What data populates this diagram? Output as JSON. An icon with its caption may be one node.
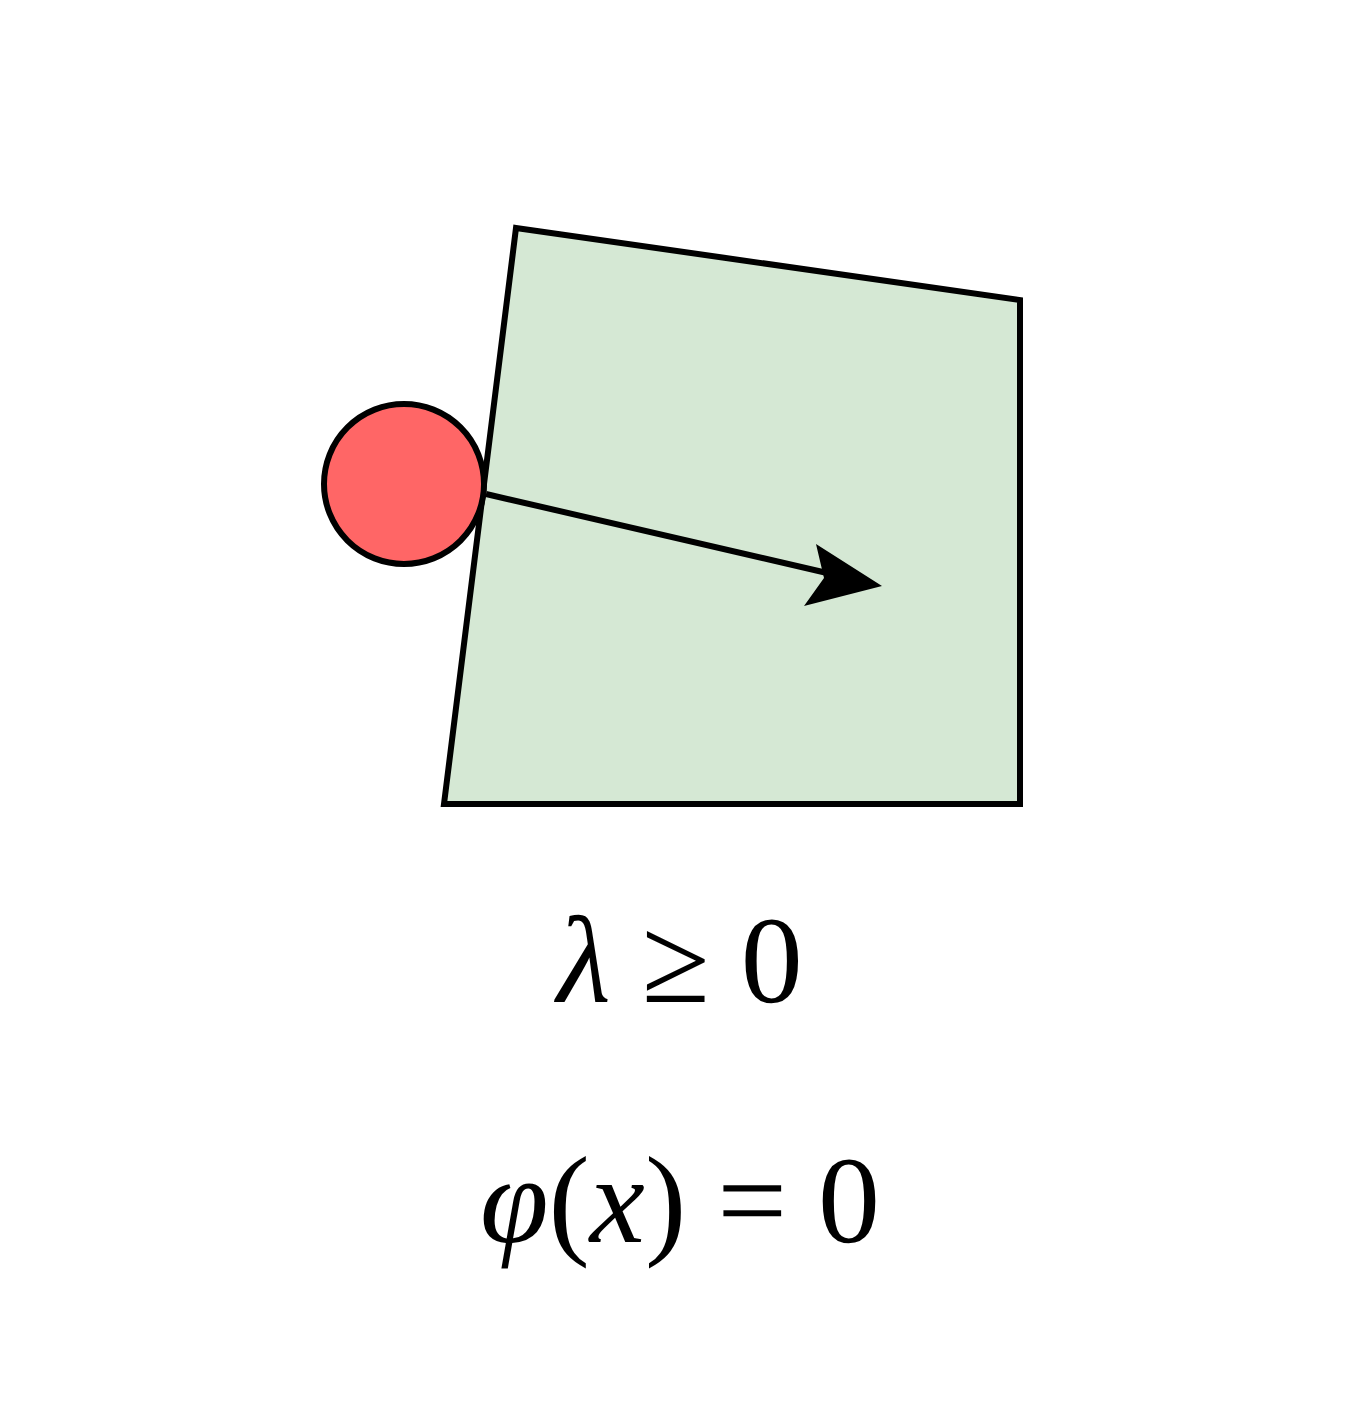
{
  "diagram": {
    "nodes": [
      {
        "text": [],
        "shape": "box"
      },
      {
        "text": [],
        "shape": "circle"
      }
    ],
    "labels": [
      "*λ* ≥ 0",
      "*φ*(*x*) = 0"
    ]
  }
}
